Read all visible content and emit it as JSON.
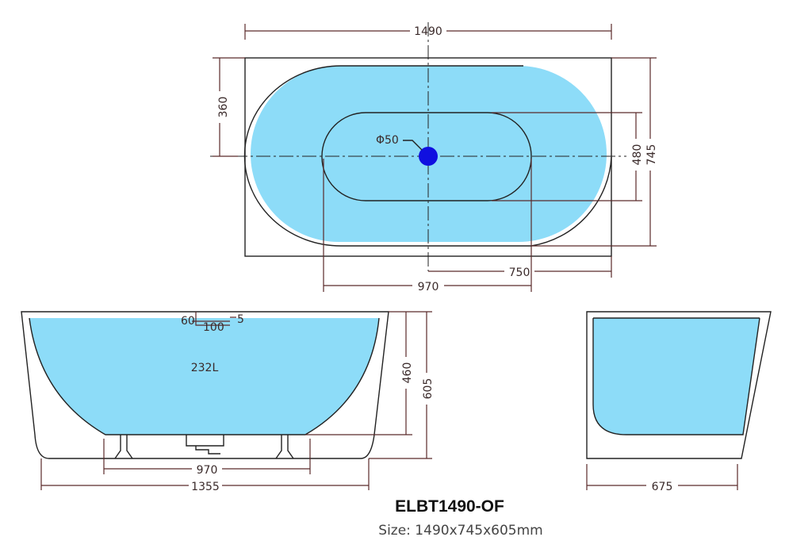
{
  "colors": {
    "water": "#8ddcf8",
    "drain": "#1010e0",
    "dimension": "#5a2a2a"
  },
  "top_view": {
    "width": "1490",
    "depth": "745",
    "drain_offset": "360",
    "basin_width": "480",
    "drain_to_end": "750",
    "basin_length": "970",
    "drain": "Φ50"
  },
  "side_view": {
    "capacity": "232L",
    "water_depth": "460",
    "height": "605",
    "feet_span": "970",
    "base_length": "1355",
    "overflow_a": "60",
    "overflow_b": "100",
    "overflow_c": "5"
  },
  "end_view": {
    "base_width": "675"
  },
  "product": {
    "model": "ELBT1490-OF",
    "size": "Size: 1490x745x605mm"
  }
}
